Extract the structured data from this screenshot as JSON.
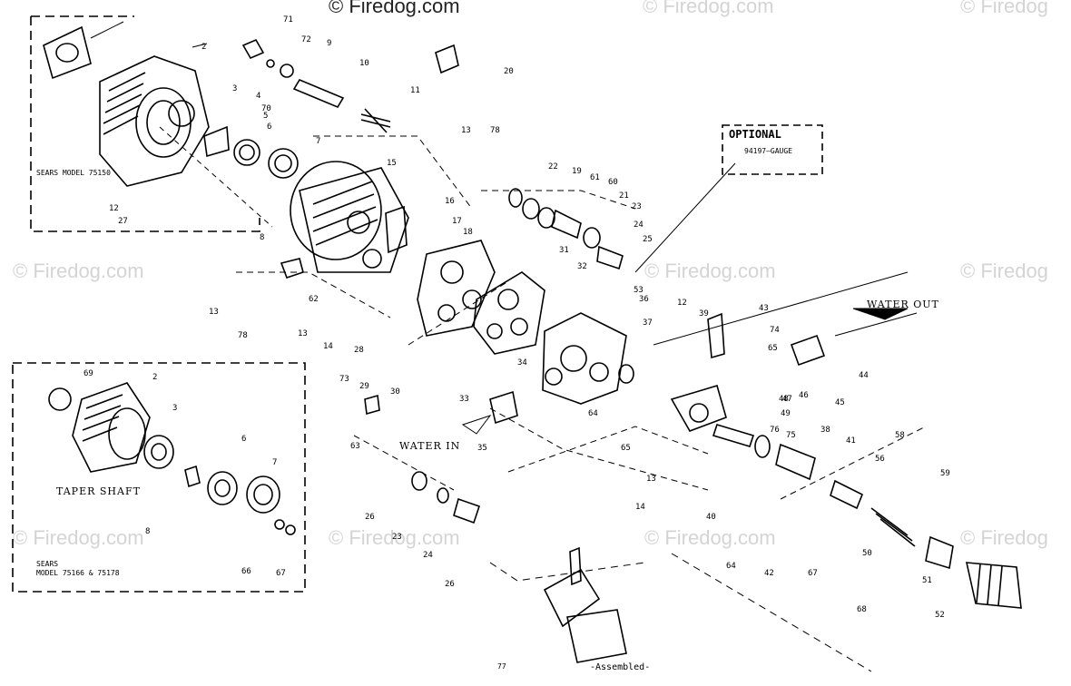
{
  "watermark": {
    "top_center": "© Firedog.com",
    "top_mid": "© Firedog.com",
    "top_right": "© Firedog",
    "mid_left": "© Firedog.com",
    "mid_right_a": "© Firedog.com",
    "mid_right_b": "© Firedog",
    "low_left": "© Firedog.com",
    "low_mid": "© Firedog.com",
    "low_right_a": "© Firedog.com",
    "low_right_b": "© Firedog"
  },
  "text": {
    "sears_model_top": "SEARS MODEL 75150",
    "optional": "OPTIONAL",
    "gauge": "94197—GAUGE",
    "water_out": "WATER OUT",
    "water_in": "WATER IN",
    "taper_shaft": "TAPER SHAFT",
    "sears_model_bottom_1": "SEARS",
    "sears_model_bottom_2": "MODEL 75166 & 75178",
    "assembled": "-Assembled-",
    "page_mark": "77"
  },
  "part_labels": [
    "71",
    "72",
    "9",
    "10",
    "11",
    "20",
    "2",
    "3",
    "4",
    "70",
    "5",
    "6",
    "7",
    "13",
    "78",
    "12",
    "27",
    "8",
    "15",
    "16",
    "17",
    "18",
    "22",
    "19",
    "61",
    "60",
    "21",
    "23",
    "24",
    "25",
    "31",
    "32",
    "62",
    "13",
    "78",
    "13",
    "14",
    "28",
    "29",
    "73",
    "30",
    "33",
    "53",
    "36",
    "34",
    "37",
    "12",
    "39",
    "43",
    "74",
    "65",
    "48",
    "49",
    "47",
    "46",
    "45",
    "44",
    "63",
    "35",
    "64",
    "65",
    "13",
    "14",
    "40",
    "76",
    "75",
    "38",
    "41",
    "58",
    "56",
    "59",
    "50",
    "51",
    "52",
    "68",
    "67",
    "42",
    "64",
    "26",
    "23",
    "24",
    "26",
    "69",
    "2",
    "3",
    "6",
    "7",
    "8",
    "66",
    "67"
  ]
}
